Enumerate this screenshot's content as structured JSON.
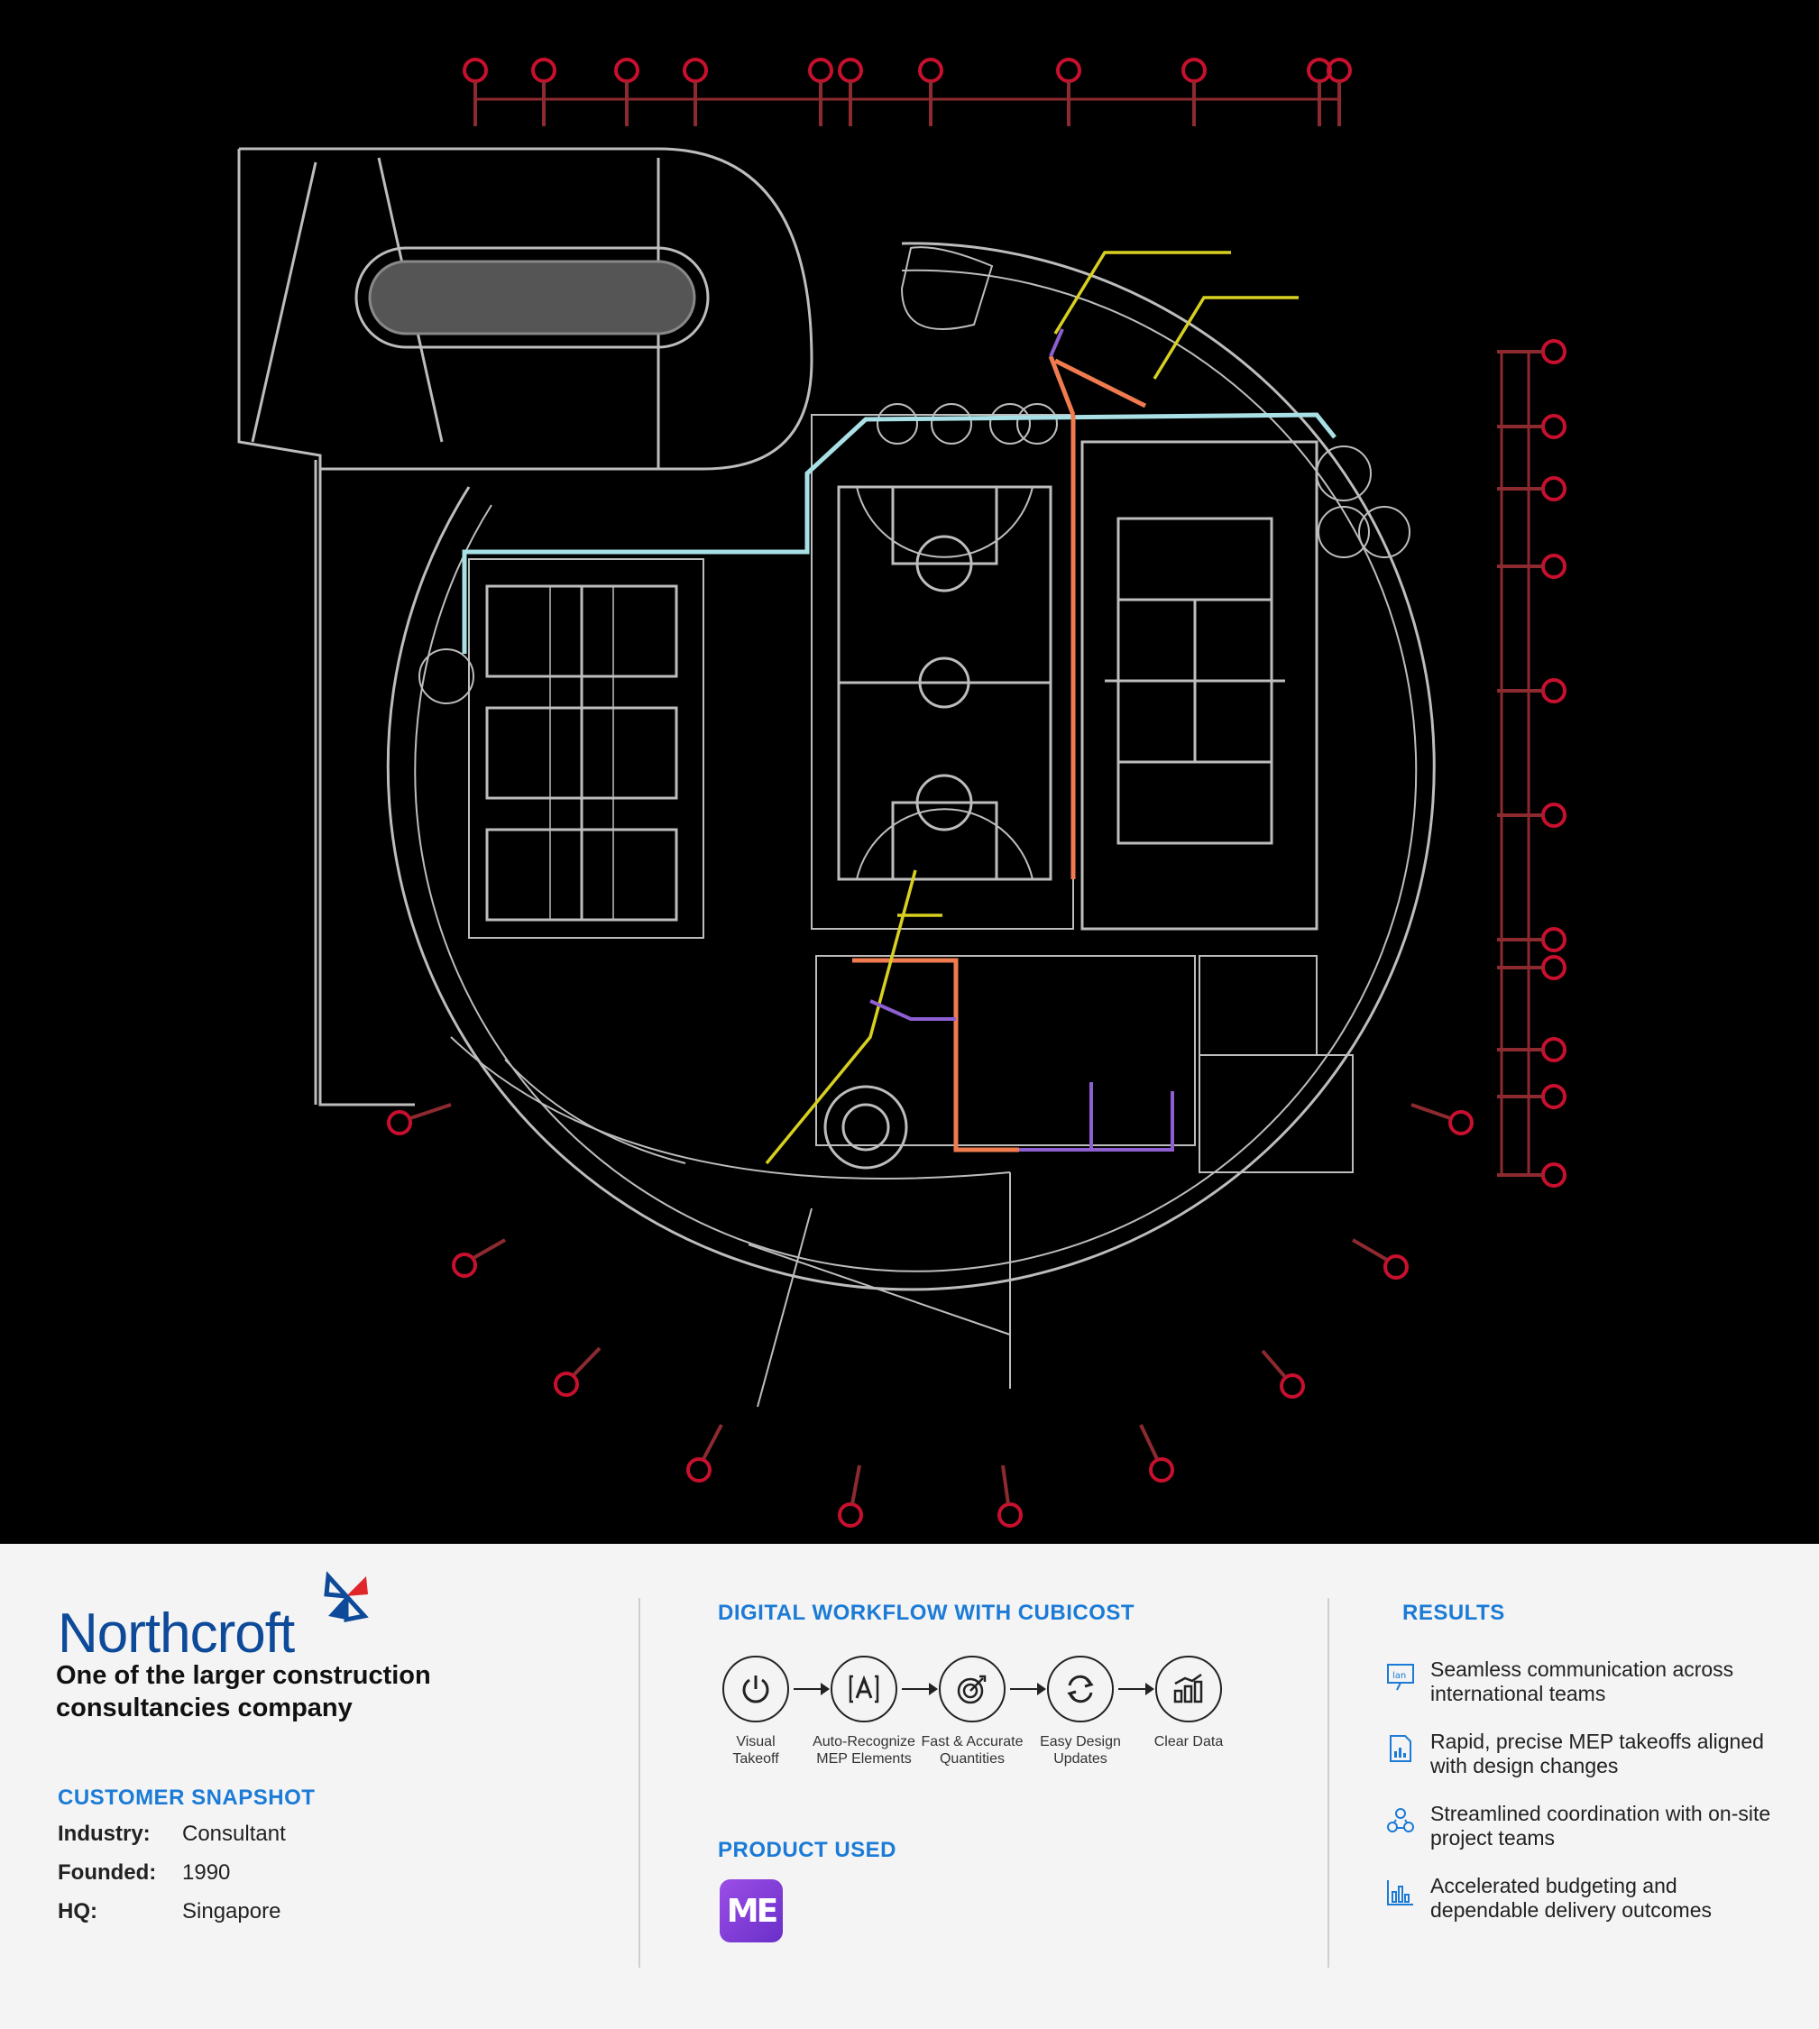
{
  "brand": {
    "name": "Northcroft",
    "logo_colors": [
      "#0e4a9a",
      "#e0262b"
    ]
  },
  "tagline": "One of the larger construction consultancies company",
  "snapshot": {
    "title": "CUSTOMER SNAPSHOT",
    "rows": [
      {
        "key": "Industry:",
        "value": "Consultant"
      },
      {
        "key": "Founded:",
        "value": "1990"
      },
      {
        "key": "HQ:",
        "value": "Singapore"
      }
    ]
  },
  "workflow": {
    "title": "DIGITAL WORKFLOW WITH CUBICOST",
    "steps": [
      {
        "line1": "Visual",
        "line2": "Takeoff",
        "icon": "power-icon"
      },
      {
        "line1": "Auto-Recognize",
        "line2": "MEP Elements",
        "icon": "auto-recognize-icon"
      },
      {
        "line1": "Fast & Accurate",
        "line2": "Quantities",
        "icon": "target-icon"
      },
      {
        "line1": "Easy Design",
        "line2": "Updates",
        "icon": "refresh-icon"
      },
      {
        "line1": "Clear Data",
        "line2": "",
        "icon": "bar-chart-icon"
      }
    ]
  },
  "product": {
    "title": "PRODUCT USED",
    "badge": "ME",
    "badge_color": "#7b3fd6"
  },
  "results": {
    "title": "RESULTS",
    "items": [
      {
        "text": "Seamless communication across international teams",
        "icon": "presentation-icon"
      },
      {
        "text": "Rapid, precise MEP takeoffs aligned with design changes",
        "icon": "document-chart-icon"
      },
      {
        "text": "Streamlined coordination with on-site project teams",
        "icon": "team-icon"
      },
      {
        "text": "Accelerated budgeting and dependable delivery outcomes",
        "icon": "budget-chart-icon"
      }
    ]
  },
  "colors": {
    "accent": "#1b7bd6",
    "drawing_bg": "#000000",
    "grid_red": "#c8102e",
    "duct_cyan": "#a8e0e6",
    "pipe_orange": "#f07b4f",
    "pipe_yellow": "#d8d020",
    "pipe_purple": "#8d5fd1"
  }
}
